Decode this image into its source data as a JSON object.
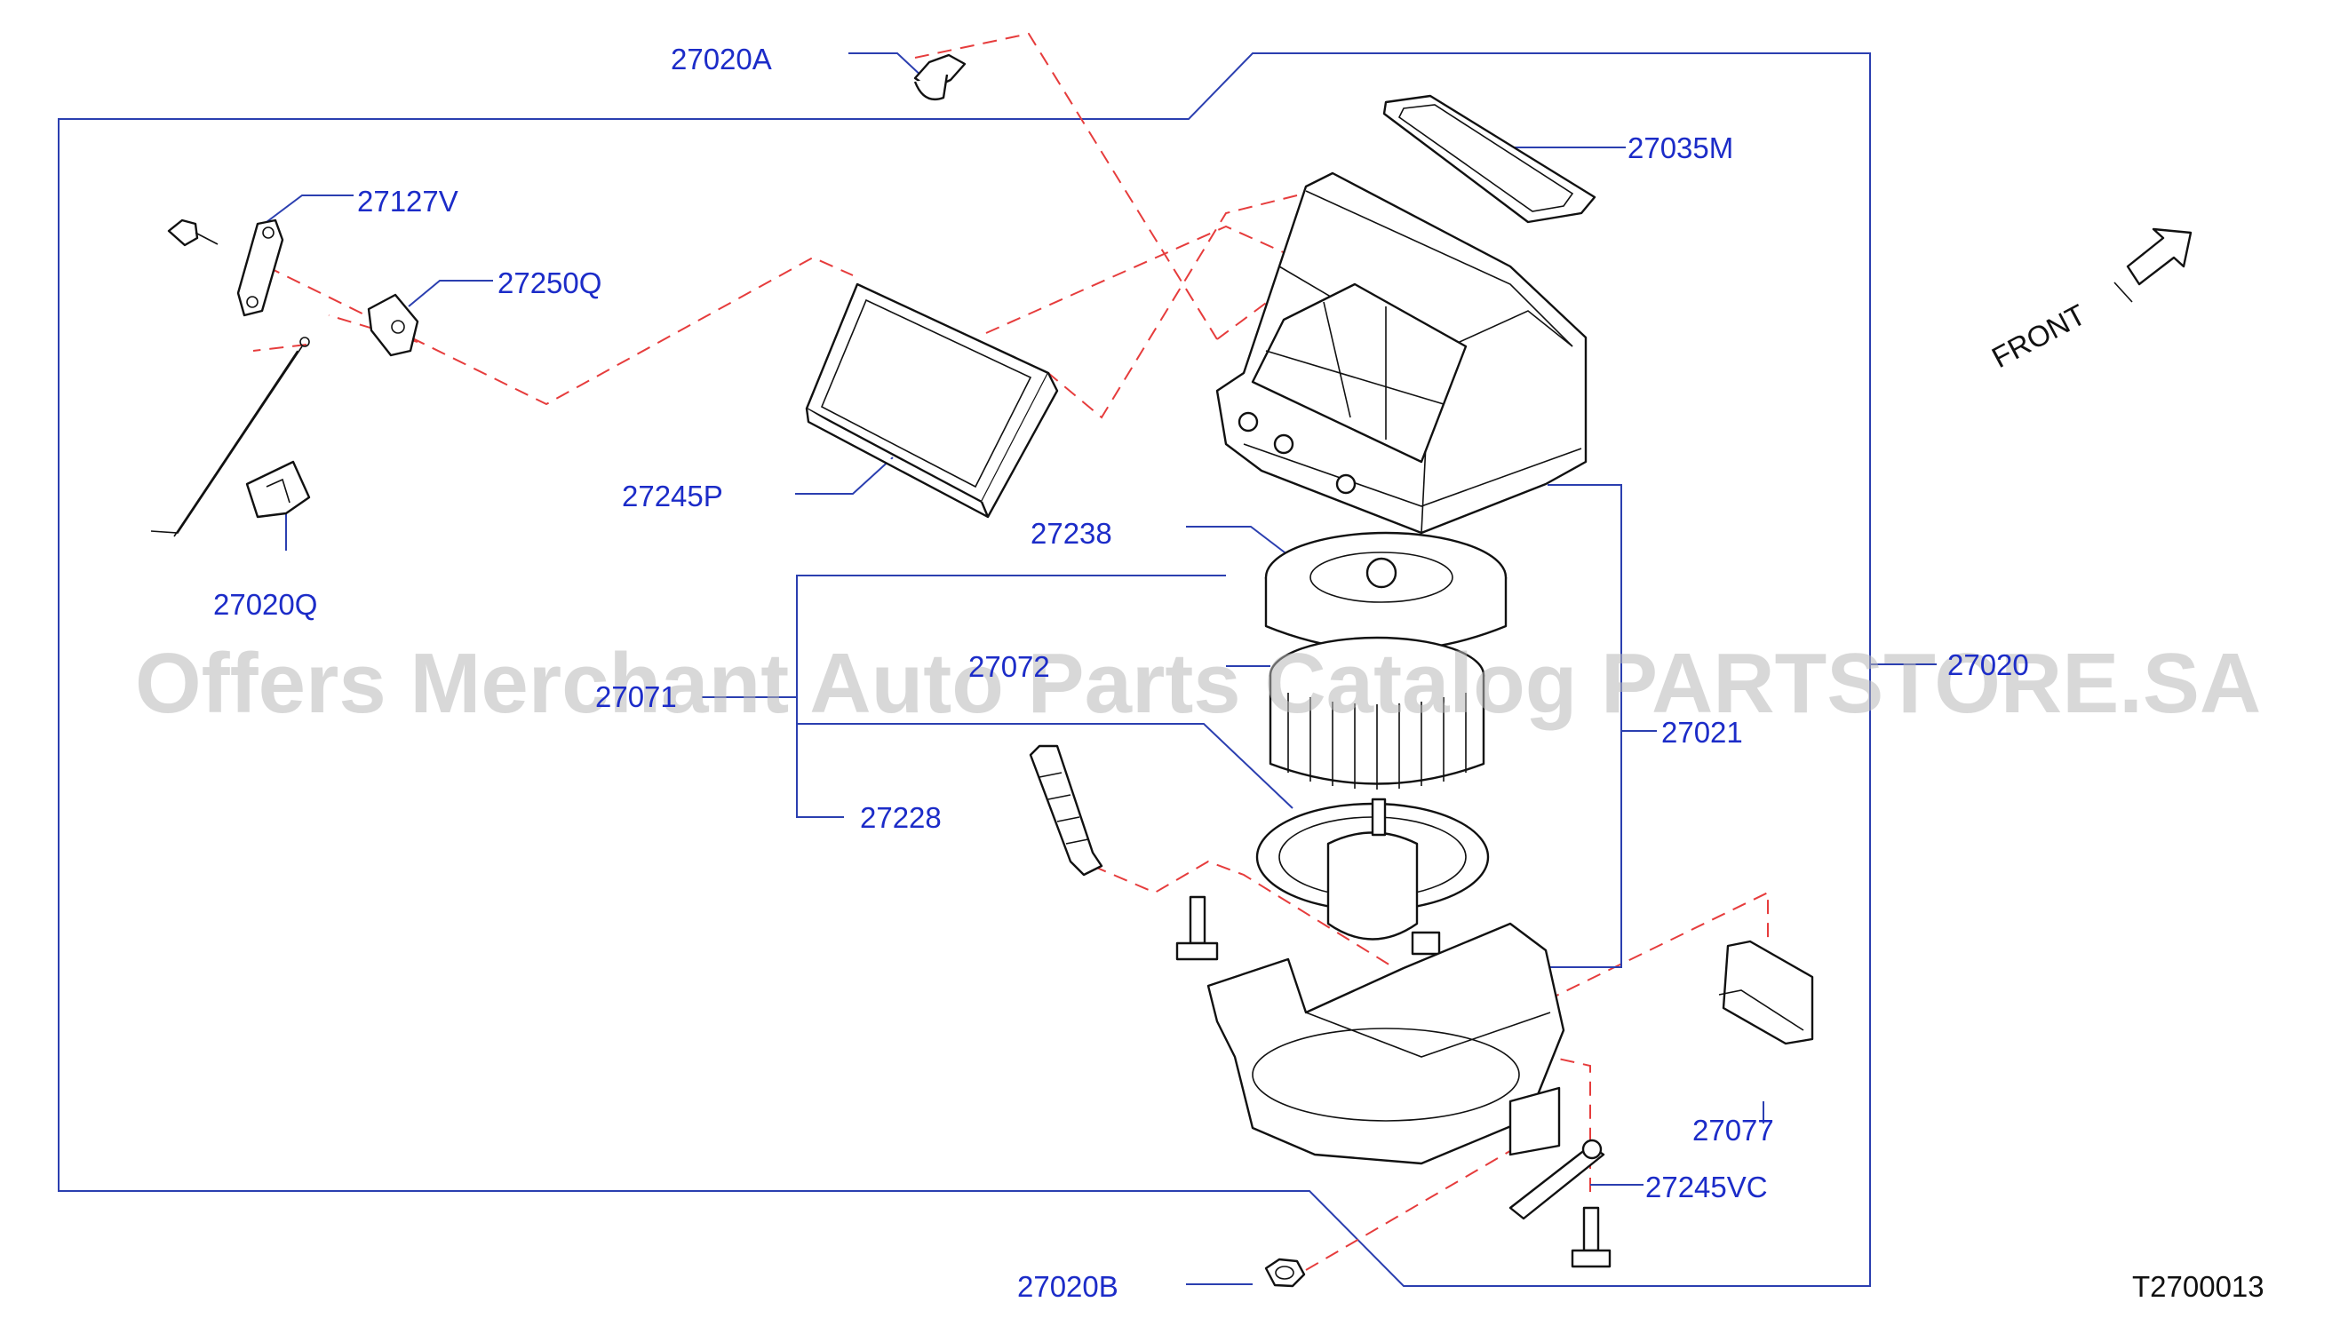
{
  "callouts": {
    "c27020A": "27020A",
    "c27127V": "27127V",
    "c27250Q": "27250Q",
    "c27245P": "27245P",
    "c27020Q": "27020Q",
    "c27035M": "27035M",
    "c27238": "27238",
    "c27072": "27072",
    "c27071": "27071",
    "c27021": "27021",
    "c27228": "27228",
    "c27020": "27020",
    "c27077": "27077",
    "c27245VC": "27245VC",
    "c27020B": "27020B"
  },
  "front_label": "FRONT",
  "diagram_code": "T2700013",
  "watermark": "Offers Merchant Auto Parts Catalog PARTSTORE.SA",
  "colors": {
    "callout_text": "#1c2cc8",
    "frame_line": "#2b3fb0",
    "dashed_line": "#e63c3c",
    "part_outline": "#111111"
  }
}
